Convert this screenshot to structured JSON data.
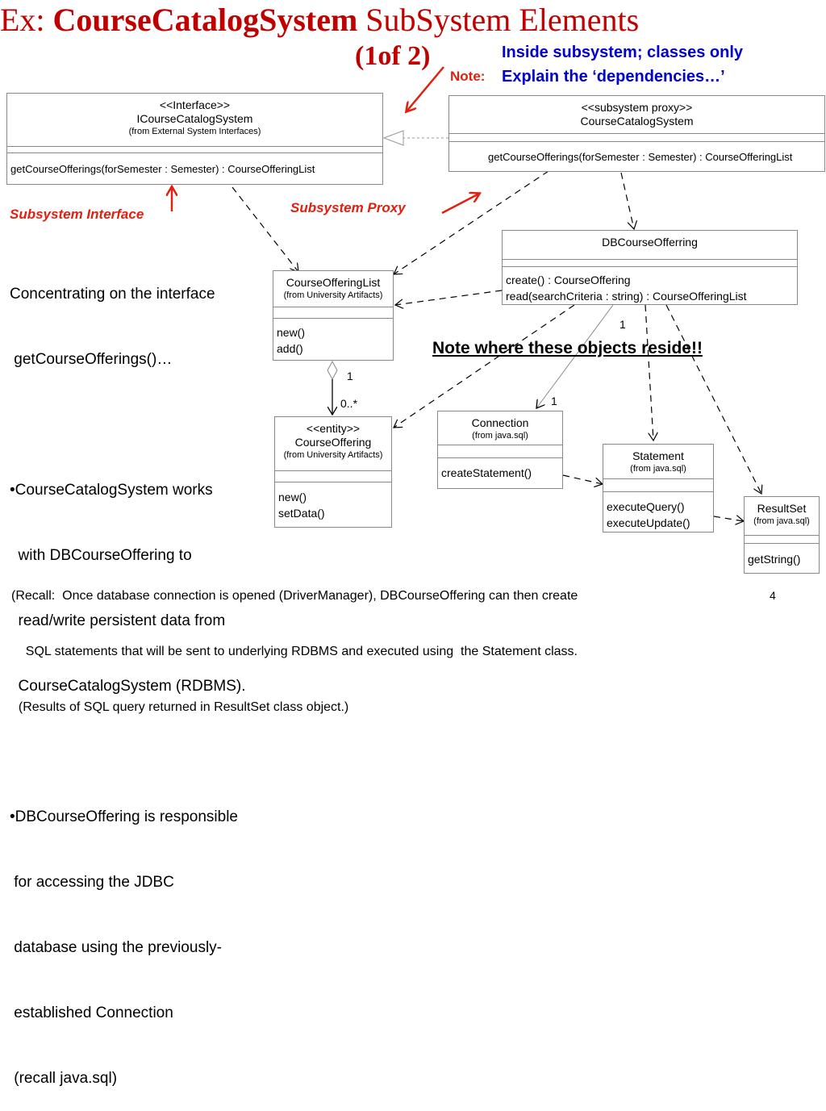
{
  "title": {
    "prefix": "Ex: ",
    "bold": "CourseCatalogSystem",
    "suffix": " SubSystem Elements",
    "part": "(1of 2)"
  },
  "note_label": "Note:",
  "note_lines": [
    "Inside subsystem;  classes only",
    "Explain the ‘dependencies…’"
  ],
  "labels": {
    "subsystem_interface": "Subsystem Interface",
    "subsystem_proxy": "Subsystem Proxy",
    "note_reside": "Note where these objects reside!!"
  },
  "boxes": {
    "icatalog": {
      "stereotype": "<<Interface>>",
      "name": "ICourseCatalogSystem",
      "from": "(from External System Interfaces)",
      "ops": [
        "getCourseOfferings(forSemester : Semester) : CourseOfferingList"
      ]
    },
    "proxy": {
      "stereotype": "<<subsystem proxy>>",
      "name": "CourseCatalogSystem",
      "ops": [
        "getCourseOfferings(forSemester : Semester) : CourseOfferingList"
      ]
    },
    "dbco": {
      "name": "DBCourseOfferring",
      "ops": [
        "create() : CourseOffering",
        "read(searchCriteria : string) : CourseOfferingList"
      ]
    },
    "colist": {
      "name": "CourseOfferingList",
      "from": "(from University Artifacts)",
      "ops": [
        "new()",
        "add()"
      ]
    },
    "co": {
      "stereotype": "<<entity>>",
      "name": "CourseOffering",
      "from": "(from University Artifacts)",
      "ops": [
        "new()",
        "setData()"
      ]
    },
    "conn": {
      "name": "Connection",
      "from": "(from java.sql)",
      "ops": [
        "createStatement()"
      ]
    },
    "stmt": {
      "name": "Statement",
      "from": "(from java.sql)",
      "ops": [
        "executeQuery()",
        "executeUpdate()"
      ]
    },
    "rs": {
      "name": "ResultSet",
      "from": "(from java.sql)",
      "ops": [
        "getString()"
      ]
    }
  },
  "multiplicities": {
    "agg_top": "1",
    "agg_bottom": "0..*",
    "dbco_conn": "1",
    "conn_end": "1"
  },
  "body_text": [
    "Concentrating on the interface",
    " getCourseOfferings()…",
    "",
    "•CourseCatalogSystem works",
    "  with DBCourseOffering to",
    "  read/write persistent data from",
    "  CourseCatalogSystem (RDBMS).",
    "",
    "•DBCourseOffering is responsible",
    " for accessing the JDBC",
    " database using the previously-",
    " established Connection",
    " (recall java.sql)"
  ],
  "recall_text": [
    "(Recall:  Once database connection is opened (DriverManager), DBCourseOffering can then create",
    "    SQL statements that will be sent to underlying RDBMS and executed using  the Statement class.",
    "  (Results of SQL query returned in ResultSet class object.)"
  ],
  "page_number": "4"
}
